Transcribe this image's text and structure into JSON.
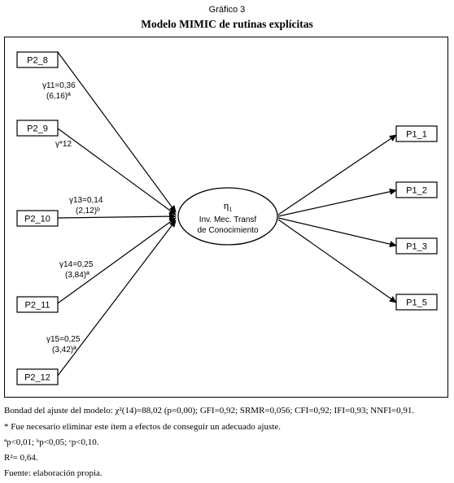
{
  "figure_number": "Gráfico 3",
  "title": "Modelo MIMIC de rutinas explícitas",
  "latent": {
    "symbol": "η",
    "subscript": "1",
    "line1": "Inv. Mec. Transf",
    "line2": "de Conocimiento"
  },
  "inputs": [
    {
      "id": "P2_8",
      "label": "P2_8",
      "coef": "γ11=0,36",
      "stat": "(6,16)ª"
    },
    {
      "id": "P2_9",
      "label": "P2_9",
      "coef": "γ*12",
      "stat": ""
    },
    {
      "id": "P2_10",
      "label": "P2_10",
      "coef": "γ13=0,14",
      "stat": "(2,12)ᵇ"
    },
    {
      "id": "P2_11",
      "label": "P2_11",
      "coef": "γ14=0,25",
      "stat": "(3,84)ª"
    },
    {
      "id": "P2_12",
      "label": "P2_12",
      "coef": "γ15=0,25",
      "stat": "(3,42)ª"
    }
  ],
  "outputs": [
    {
      "id": "P1_1",
      "label": "P1_1"
    },
    {
      "id": "P1_2",
      "label": "P1_2"
    },
    {
      "id": "P1_3",
      "label": "P1_3"
    },
    {
      "id": "P1_5",
      "label": "P1_5"
    }
  ],
  "notes": [
    "Bondad del ajuste del modelo: χ²(14)=88,02 (p=0,00); GFI=0,92; SRMR=0,056; CFI=0,92; IFI=0,93; NNFI=0,91.",
    "* Fue necesario eliminar este ítem a efectos de conseguir un adecuado ajuste.",
    "ªp<0,01; ᵇp<0,05; ᶜp<0,10.",
    "R²= 0,64.",
    "Fuente: elaboración propia."
  ]
}
